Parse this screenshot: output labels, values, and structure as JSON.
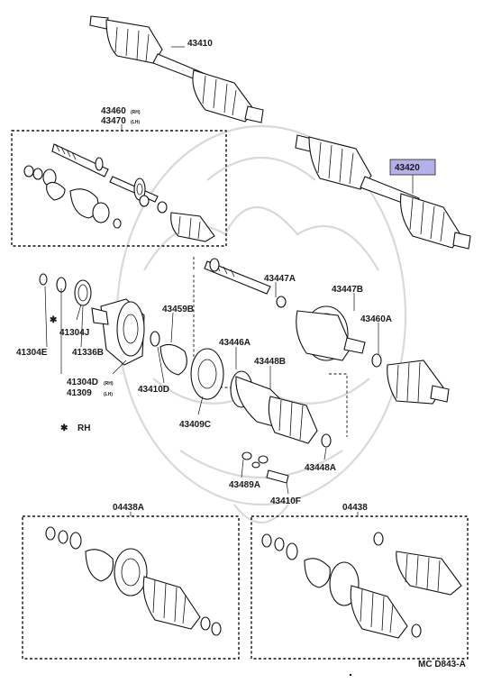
{
  "diagram": {
    "labels": {
      "p43410": "43410",
      "p43420": "43420",
      "p43460": "43460",
      "p43460_rh": "(RH)",
      "p43470": "43470",
      "p43470_lh": "(LH)",
      "p43447A": "43447A",
      "p43447B": "43447B",
      "p43460A": "43460A",
      "p43459B": "43459B",
      "p43446A": "43446A",
      "p43448B": "43448B",
      "p41304J": "41304J",
      "p41336B": "41336B",
      "p41304E": "41304E",
      "p41304D": "41304D",
      "p41304D_rh": "(RH)",
      "p41309": "41309",
      "p41309_lh": "(LH)",
      "p43410D": "43410D",
      "p43409C": "43409C",
      "p43448A": "43448A",
      "p43489A": "43489A",
      "p43410F": "43410F",
      "p04438A": "04438A",
      "p04438": "04438",
      "rh_note": "RH",
      "asterisk": "✱",
      "code": "MC D843-A"
    },
    "highlight_color": "#b4b0ea"
  }
}
